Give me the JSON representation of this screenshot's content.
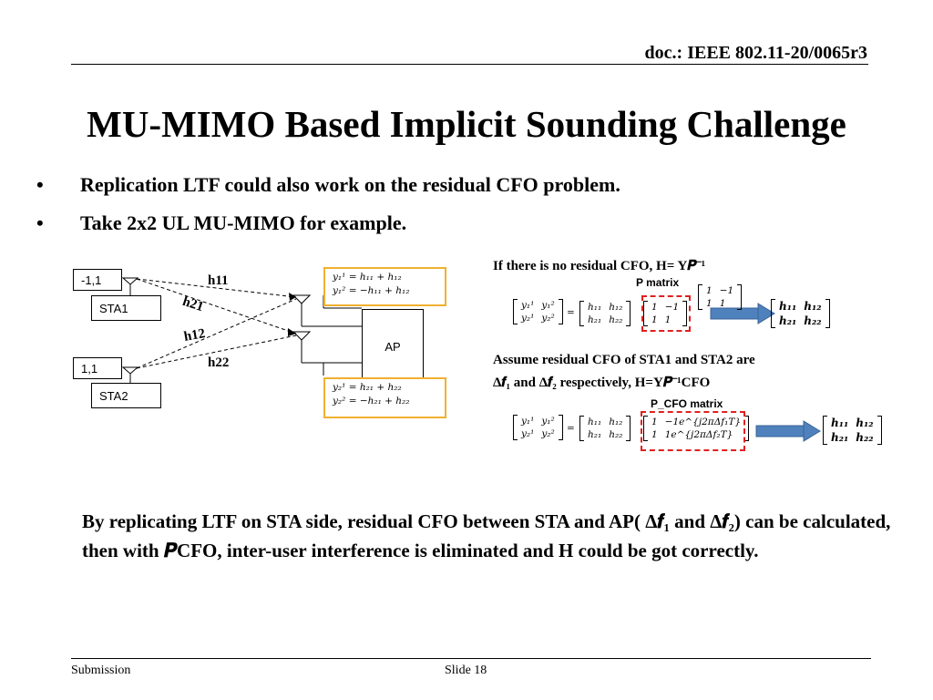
{
  "header": {
    "doc_id": "doc.: IEEE 802.11-20/0065r3"
  },
  "title": "MU-MIMO Based Implicit Sounding Challenge",
  "bullets": [
    "Replication LTF could also work on the residual CFO problem.",
    "Take 2x2 UL MU-MIMO for example."
  ],
  "diagram": {
    "sta1_code": "-1,1",
    "sta1_label": "STA1",
    "sta2_code": "1,1",
    "sta2_label": "STA2",
    "ap_label": "AP",
    "channels": [
      "h11",
      "h21",
      "h12",
      "h22"
    ],
    "eq_top": [
      "y₁¹ =   h₁₁ + h₁₂",
      "y₁² = −h₁₁ + h₁₂"
    ],
    "eq_bottom": [
      "y₂¹ =   h₂₁ + h₂₂",
      "y₂² = −h₂₁ + h₂₂"
    ]
  },
  "right_panel": {
    "no_cfo_text": "If there is no residual CFO,  H= Y𝑷⁻¹",
    "p_matrix_label": "P matrix",
    "cfo_text_1": "Assume residual CFO of STA1 and STA2  are",
    "cfo_text_2": "Δ𝒇₁ and Δ𝒇₂ respectively, H=Y𝑷⁻¹CFO",
    "pcfo_label": "P_CFO matrix",
    "y_matrix": [
      [
        "y₁¹",
        "y₁²"
      ],
      [
        "y₂¹",
        "y₂²"
      ]
    ],
    "h_matrix": [
      [
        "h₁₁",
        "h₁₂"
      ],
      [
        "h₂₁",
        "h₂₂"
      ]
    ],
    "p_matrix": [
      [
        "1",
        "−1"
      ],
      [
        "1",
        "1"
      ]
    ],
    "pcfo_matrix": [
      [
        "1",
        "−1e^{j2πΔf₁T}"
      ],
      [
        "1",
        "1e^{j2πΔf₂T}"
      ]
    ],
    "result_matrix": [
      [
        "h₁₁",
        "h₁₂"
      ],
      [
        "h₂₁",
        "h₂₂"
      ]
    ],
    "equals": "="
  },
  "conclusion": "By replicating LTF on STA side, residual CFO between STA and AP( Δ𝒇₁ and Δ𝒇₂) can be calculated, then with 𝑷CFO, inter-user interference is eliminated and H could be got correctly.",
  "footer": {
    "left": "Submission",
    "center": "Slide 18"
  },
  "colors": {
    "eq_box_border": "#f0b030",
    "red_box": "#e02020",
    "arrow_fill": "#4f81bd"
  }
}
